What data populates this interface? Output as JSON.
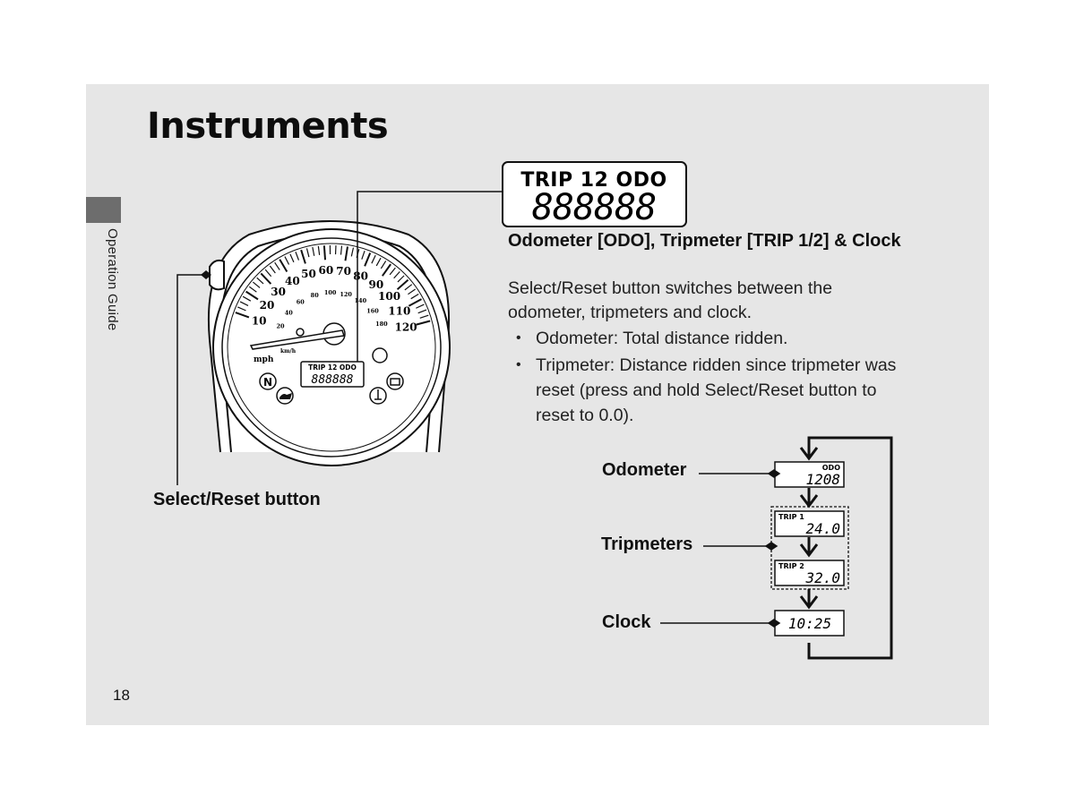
{
  "page": {
    "title": "Instruments",
    "section_tab": "Operation Guide",
    "page_number": "18"
  },
  "display_callout": {
    "indicators": "TRIP 12 ODO",
    "digits": "888888"
  },
  "content": {
    "heading": "Odometer [ODO], Tripmeter [TRIP 1/2] & Clock",
    "description": "Select/Reset button switches between the odometer, tripmeters and clock.",
    "bullets": [
      "Odometer: Total distance ridden.",
      "Tripmeter: Distance ridden since tripmeter was reset (press and hold Select/Reset button to reset to 0.0)."
    ]
  },
  "speedometer": {
    "mph_scale": [
      "10",
      "20",
      "30",
      "40",
      "50",
      "60",
      "70",
      "80",
      "90",
      "100",
      "110",
      "120"
    ],
    "kmh_scale": [
      "20",
      "40",
      "60",
      "80",
      "100",
      "120",
      "140",
      "160",
      "180"
    ],
    "unit_mph": "mph",
    "unit_kmh": "km/h",
    "mini_display_indicators": "TRIP 12 ODO",
    "mini_display_digits": "888888",
    "neutral_indicator": "N"
  },
  "labels": {
    "select_reset_button": "Select/Reset button",
    "odometer": "Odometer",
    "tripmeters": "Tripmeters",
    "clock": "Clock"
  },
  "cycle_displays": {
    "odometer": {
      "tag": "ODO",
      "value": "1208"
    },
    "trip1": {
      "tag": "TRIP 1",
      "value": "24.0"
    },
    "trip2": {
      "tag": "TRIP 2",
      "value": "32.0"
    },
    "clock": {
      "value": "10:25"
    }
  },
  "colors": {
    "page_background": "#e6e6e6",
    "section_tab": "#6d6d6d",
    "line_art": "#111111"
  }
}
